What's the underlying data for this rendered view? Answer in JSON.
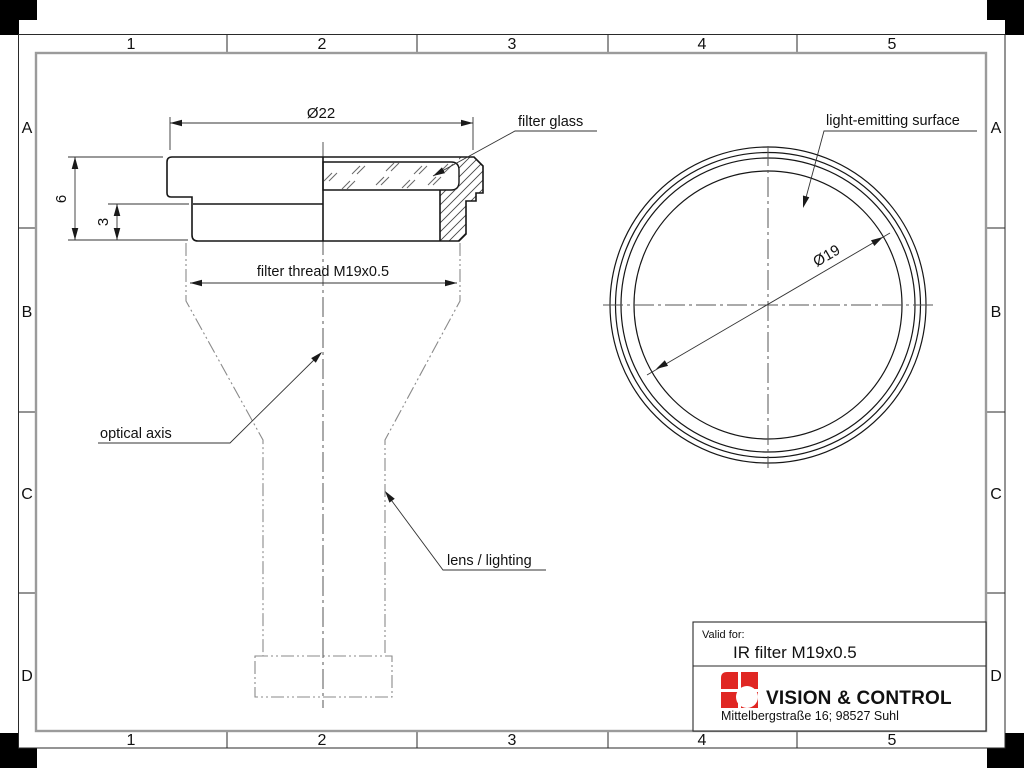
{
  "sheet": {
    "zone_columns": [
      "1",
      "2",
      "3",
      "4",
      "5"
    ],
    "zone_rows": [
      "A",
      "B",
      "C",
      "D"
    ]
  },
  "section_view": {
    "dim_outer_diameter": "Ø22",
    "dim_total_height": "6",
    "dim_thread_length": "3",
    "dim_thread_label": "filter thread M19x0.5",
    "callout_filter_glass": "filter glass",
    "callout_optical_axis": "optical axis",
    "callout_lens_lighting": "lens / lighting"
  },
  "front_view": {
    "dim_light_diameter": "Ø19",
    "callout_light_emitting_surface": "light-emitting surface"
  },
  "title_block": {
    "valid_for": "Valid for:",
    "product_name": "IR filter M19x0.5",
    "company_name": "VISION & CONTROL",
    "company_address": "Mittelbergstraße 16; 98527 Suhl"
  },
  "colors": {
    "brand_red": "#e02723",
    "line_dark": "#1a1a1a",
    "phantom_gray": "#8a8a8a"
  }
}
